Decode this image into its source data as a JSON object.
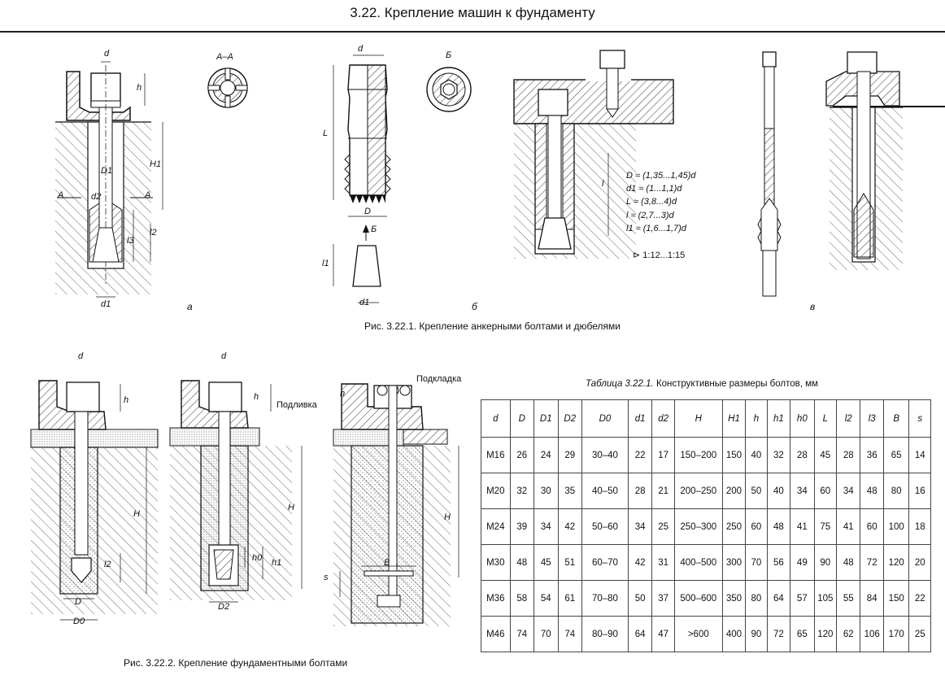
{
  "header": {
    "title": "3.22. Крепление машин к фундаменту"
  },
  "figure1": {
    "caption": "Рис. 3.22.1. Крепление анкерными болтами и дюбелями",
    "letters": [
      "а",
      "б",
      "в"
    ],
    "labels": {
      "d": "d",
      "h": "h",
      "H1": "H1",
      "D1": "D1",
      "d2": "d2",
      "A": "A",
      "l2": "l2",
      "l3": "l3",
      "d1": "d1",
      "AA": "А–А",
      "L": "L",
      "D": "D",
      "l": "l",
      "B": "Б",
      "l1": "l1"
    },
    "formulas": [
      "D ≈ (1,35...1,45)d",
      "d1 ≈ (1...1,1)d",
      "L ≈ (3,8...4)d",
      "l ≈ (2,7...3)d",
      "l1 ≈ (1,6...1,7)d"
    ],
    "taper": "⊳ 1:12...1:15"
  },
  "figure2": {
    "caption": "Рис. 3.22.2. Крепление фундаментными болтами",
    "labels": {
      "d": "d",
      "h": "h",
      "H": "H",
      "l2": "l2",
      "D": "D",
      "D0": "D0",
      "h0": "h0",
      "h1": "h1",
      "D2": "D2",
      "s": "s",
      "B": "B",
      "podlivka": "Подливка",
      "podkladka": "Подкладка"
    }
  },
  "table": {
    "caption_prefix": "Таблица 3.22.1.",
    "caption_text": "Конструктивные размеры болтов, мм",
    "headers": [
      "d",
      "D",
      "D1",
      "D2",
      "D0",
      "d1",
      "d2",
      "H",
      "H1",
      "h",
      "h1",
      "h0",
      "L",
      "l2",
      "l3",
      "B",
      "s"
    ],
    "rows": [
      [
        "M16",
        "26",
        "24",
        "29",
        "30–40",
        "22",
        "17",
        "150–200",
        "150",
        "40",
        "32",
        "28",
        "45",
        "28",
        "36",
        "65",
        "14"
      ],
      [
        "M20",
        "32",
        "30",
        "35",
        "40–50",
        "28",
        "21",
        "200–250",
        "200",
        "50",
        "40",
        "34",
        "60",
        "34",
        "48",
        "80",
        "16"
      ],
      [
        "M24",
        "39",
        "34",
        "42",
        "50–60",
        "34",
        "25",
        "250–300",
        "250",
        "60",
        "48",
        "41",
        "75",
        "41",
        "60",
        "100",
        "18"
      ],
      [
        "M30",
        "48",
        "45",
        "51",
        "60–70",
        "42",
        "31",
        "400–500",
        "300",
        "70",
        "56",
        "49",
        "90",
        "48",
        "72",
        "120",
        "20"
      ],
      [
        "M36",
        "58",
        "54",
        "61",
        "70–80",
        "50",
        "37",
        "500–600",
        "350",
        "80",
        "64",
        "57",
        "105",
        "55",
        "84",
        "150",
        "22"
      ],
      [
        "M46",
        "74",
        "70",
        "74",
        "80–90",
        "64",
        "47",
        ">600",
        "400",
        "90",
        "72",
        "65",
        "120",
        "62",
        "106",
        "170",
        "25"
      ]
    ]
  }
}
